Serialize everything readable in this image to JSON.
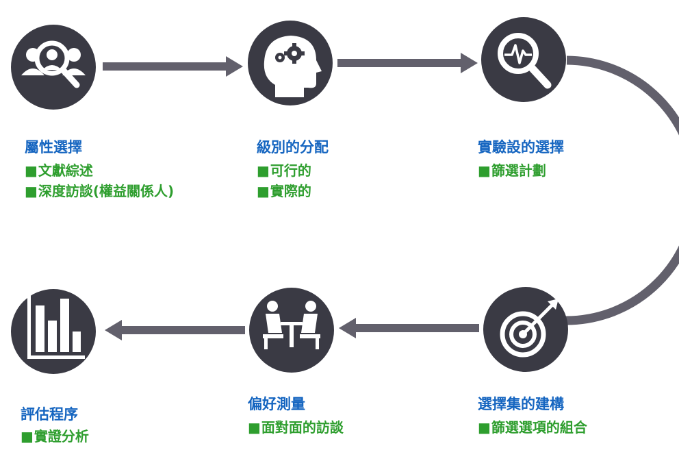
{
  "colors": {
    "circle": "#3a3a44",
    "arrow": "#62606c",
    "title": "#1565c0",
    "bullet": "#2e9e2e"
  },
  "steps": [
    {
      "id": "attribute-selection",
      "icon": "users-search-icon",
      "title": "屬性選擇",
      "bullets": [
        "文獻綜述",
        "深度訪談(權益關係人)"
      ]
    },
    {
      "id": "level-assignment",
      "icon": "head-gears-icon",
      "title": "級別的分配",
      "bullets": [
        "可行的",
        "實際的"
      ]
    },
    {
      "id": "experimental-design",
      "icon": "magnifier-pulse-icon",
      "title": "實驗設的選擇",
      "bullets": [
        "篩選計劃"
      ]
    },
    {
      "id": "choice-set-construction",
      "icon": "target-dart-icon",
      "title": "選擇集的建構",
      "bullets": [
        "篩選選項的組合"
      ]
    },
    {
      "id": "preference-measurement",
      "icon": "meeting-table-icon",
      "title": "偏好測量",
      "bullets": [
        "面對面的訪談"
      ]
    },
    {
      "id": "evaluation-procedure",
      "icon": "bar-chart-icon",
      "title": "評估程序",
      "bullets": [
        "實證分析"
      ]
    }
  ]
}
